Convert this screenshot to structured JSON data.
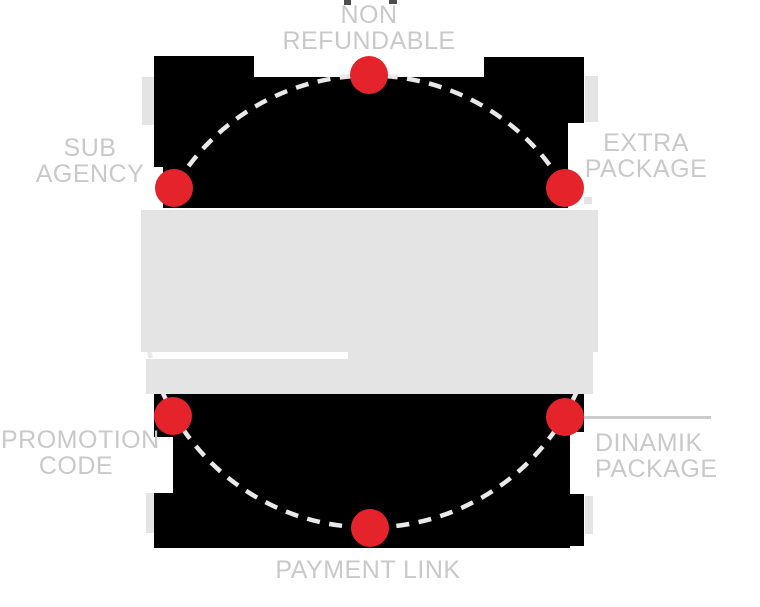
{
  "diagram": {
    "nodes": [
      {
        "id": "non-refundable",
        "line1": "NON",
        "line2": "REFUNDABLE"
      },
      {
        "id": "sub-agency",
        "line1": "SUB",
        "line2": "AGENCY"
      },
      {
        "id": "extra-package",
        "line1": "EXTRA",
        "line2": "PACKAGE"
      },
      {
        "id": "promotion-code",
        "line1": "PROMOTION",
        "line2": "CODE"
      },
      {
        "id": "dinamik-package",
        "line1": "DINAMIK",
        "line2": "PACKAGE"
      },
      {
        "id": "payment-link",
        "line1": "PAYMENT LINK",
        "line2": ""
      }
    ],
    "colors": {
      "node_dot": "#e5232a",
      "label_text": "#c9c9c9",
      "dashed_circle": "#e9e9e9",
      "placeholder_band": "#e4e4e5",
      "block": "#000000",
      "connector_line": "#cccccc"
    }
  }
}
